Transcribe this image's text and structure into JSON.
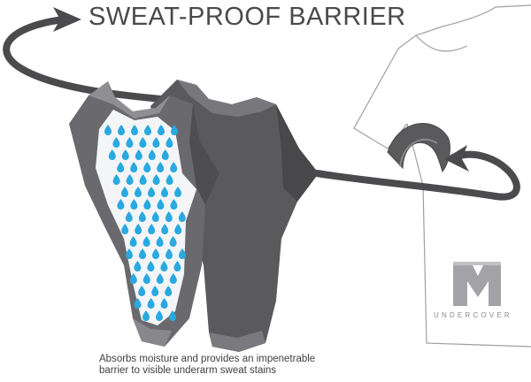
{
  "headline": "SWEAT-PROOF BARRIER",
  "caption": {
    "line1": "Absorbs moisture and provides an impenetrable",
    "line2": "barrier to visible underarm sweat stains"
  },
  "brand": {
    "name": "UNDERCOVER",
    "monogram": "M"
  },
  "colors": {
    "arrow": "#4b4b4e",
    "panel_dark": "#58585b",
    "panel_mid": "#6e6e72",
    "panel_light": "#8e8e92",
    "droplet": "#29a9e0",
    "tshirt_outline": "#9a9a9e",
    "logo": "#a3a3a7",
    "text": "#3f3f42"
  },
  "icons": [
    "curved-arrow-icon",
    "water-droplet-icon",
    "tshirt-outline-icon",
    "undercover-logo-icon"
  ]
}
